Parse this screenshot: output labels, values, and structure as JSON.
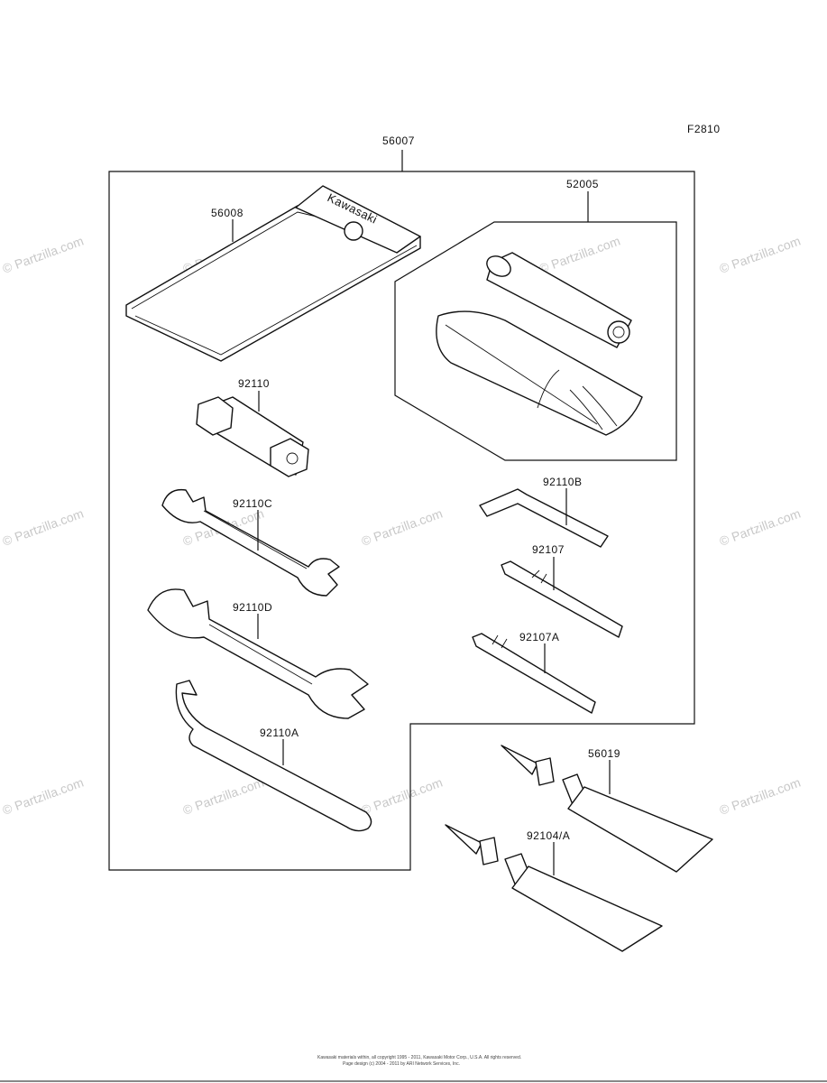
{
  "figure_code": "F2810",
  "watermark_text": "© Partzilla.com",
  "pouch_print": "Kawasaki",
  "parts": {
    "kit": "56007",
    "pouch": "56008",
    "bag_set": "52005",
    "plug_wrench": "92110",
    "wrench_small": "92110C",
    "wrench_large": "92110D",
    "hook_wrench": "92110A",
    "hex_key": "92110B",
    "screwdriver_a": "92107",
    "screwdriver_b": "92107A",
    "tube_a": "56019",
    "tube_b": "92104/A"
  },
  "footer": {
    "line1": "Kawasaki materials within, all copyright 1995 - 2011, Kawasaki Motor Corp., U.S.A. All rights reserved.",
    "line2": "Page design (c) 2004 - 2011 by ARI Network Services, Inc."
  }
}
